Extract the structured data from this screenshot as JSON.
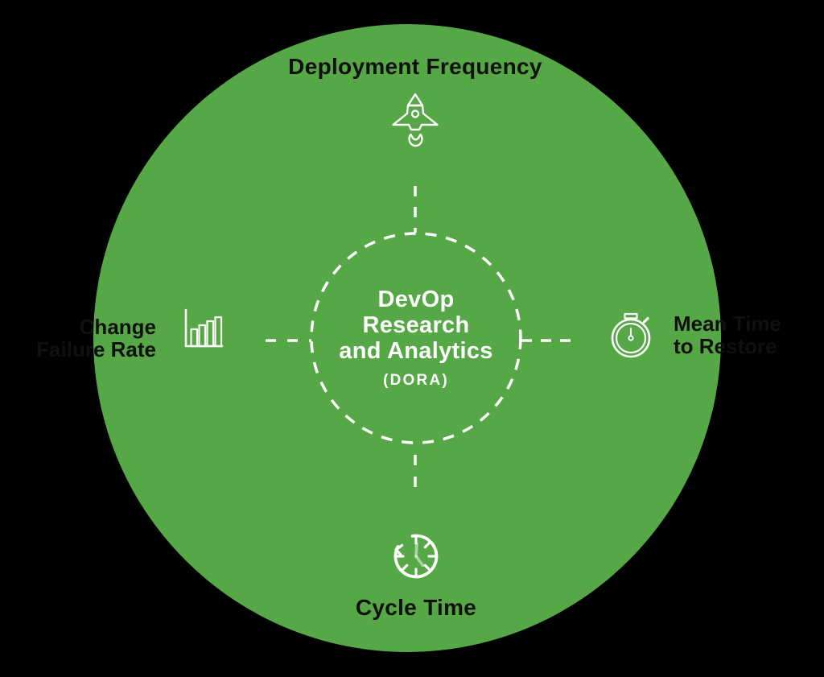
{
  "colors": {
    "background": "#000000",
    "circle_green": "#56a746",
    "label_text": "#101010",
    "line_and_icon_white": "#ffffff"
  },
  "center": {
    "lines": [
      "DevOp",
      "Research",
      "and Analytics"
    ],
    "acronym": "(DORA)"
  },
  "metrics": {
    "top": {
      "label": "Deployment Frequency",
      "icon": "rocket-icon"
    },
    "right": {
      "label_lines": [
        "Mean Time",
        "to Restore"
      ],
      "icon": "stopwatch-icon"
    },
    "bottom": {
      "label": "Cycle Time",
      "icon": "clock-cycle-icon"
    },
    "left": {
      "label_lines": [
        "Change",
        "Failure Rate"
      ],
      "icon": "bar-chart-icon"
    }
  }
}
